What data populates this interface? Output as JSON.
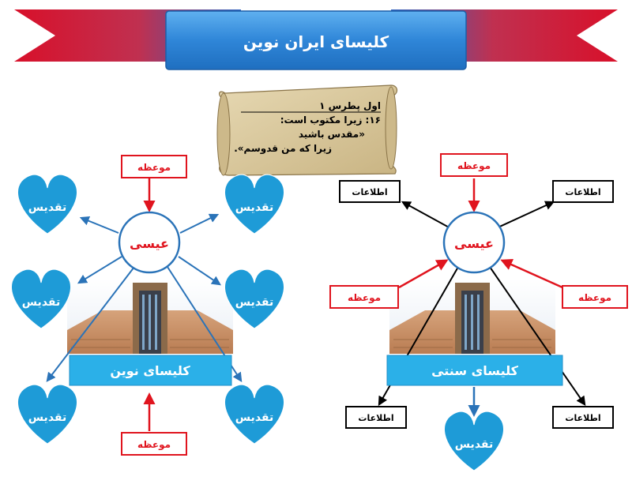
{
  "title": "کلیسای ایران نوین",
  "scroll": {
    "ref": "اول پطرس ۱",
    "line1": "۱۶: زیرا مکتوب است:",
    "line2": "«مقدس باشید",
    "line3": "زیرا که من قدوسم».",
    "text_color": "#000000"
  },
  "left_diagram": {
    "center_label": "عیسی",
    "base_label": "کلیسای نوین",
    "sermon_label": "موعظه",
    "heart_label": "تقدیس"
  },
  "right_diagram": {
    "center_label": "عیسی",
    "base_label": "کلیسای سنتی",
    "sermon_label": "موعظه",
    "info_label": "اطلاعات",
    "heart_label": "تقدیس"
  },
  "colors": {
    "heart": "#1e9bd7",
    "arrow_blue": "#2a73b8",
    "arrow_red": "#e0141e",
    "arrow_black": "#000000",
    "base_bar": "#2bb0e8",
    "banner": "#3a8fd8",
    "ribbon_red": "#c8102e",
    "ribbon_blue": "#2f6fc0",
    "scroll": "#d9c9a0"
  }
}
